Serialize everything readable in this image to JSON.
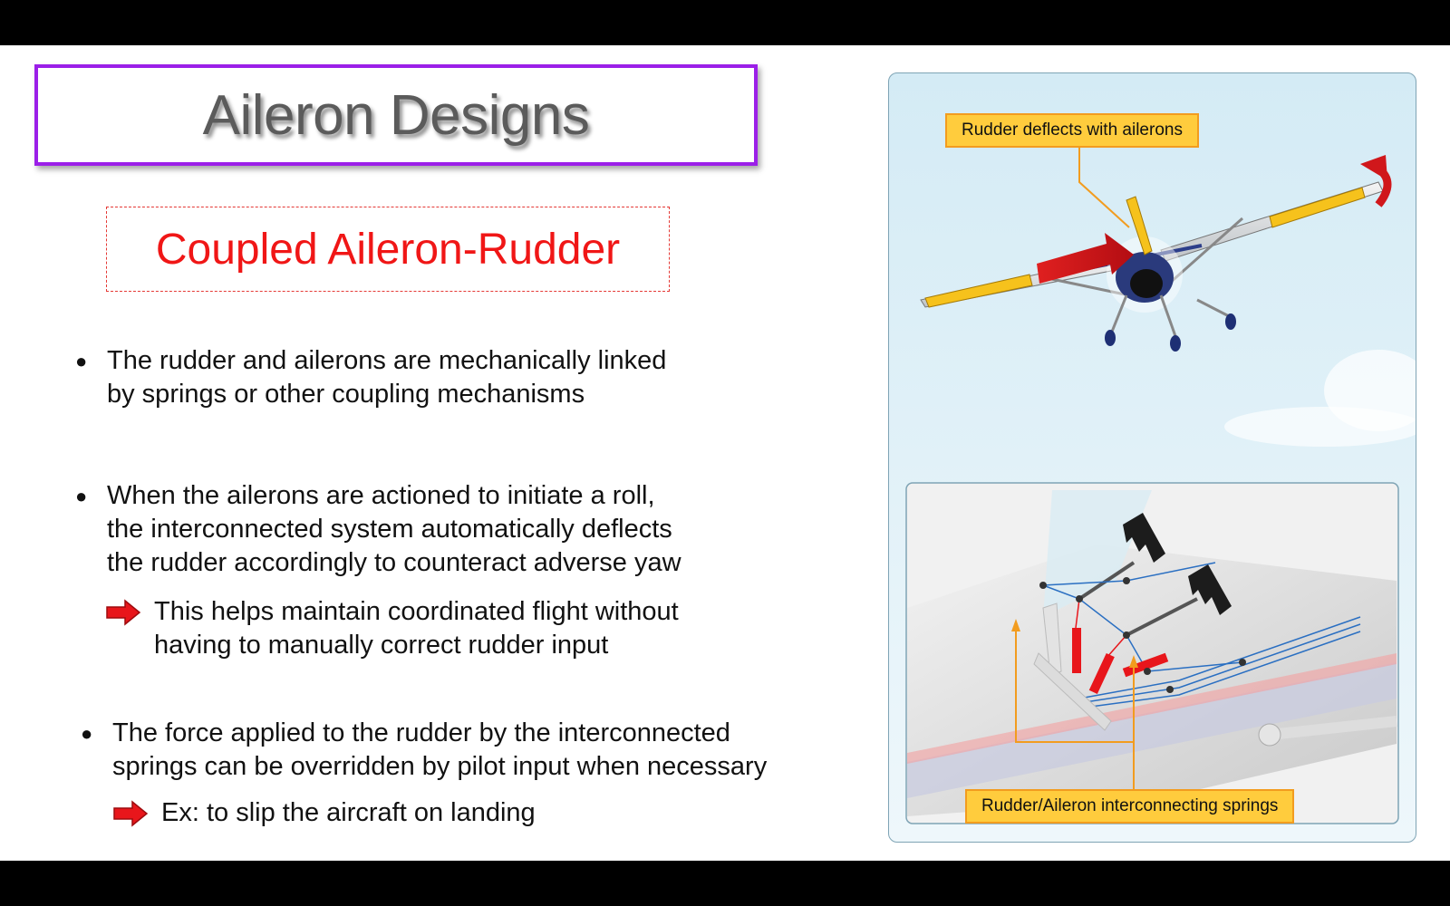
{
  "slide": {
    "title": "Aileron Designs",
    "subtitle": "Coupled Aileron-Rudder",
    "bullets": [
      {
        "lines": [
          "The rudder and ailerons are mechanically linked",
          "by springs or other coupling mechanisms"
        ]
      },
      {
        "lines": [
          "When the ailerons are actioned to initiate a roll,",
          "the interconnected system automatically deflects",
          "the rudder accordingly to counteract adverse yaw"
        ],
        "sub": [
          "This helps maintain coordinated flight without",
          "having to manually correct rudder input"
        ]
      },
      {
        "lines": [
          "The force applied to the rudder by the interconnected",
          "springs can be overridden by pilot input when necessary"
        ],
        "sub": [
          "Ex: to slip the aircraft on landing"
        ]
      }
    ]
  },
  "figure": {
    "callout_top": "Rudder deflects with ailerons",
    "callout_bottom": "Rudder/Aileron interconnecting springs"
  },
  "colors": {
    "title_border": "#9b1fe8",
    "subtitle_text": "#f01616",
    "callout_fill": "#ffcc3d",
    "arrow_red": "#e8161b"
  }
}
